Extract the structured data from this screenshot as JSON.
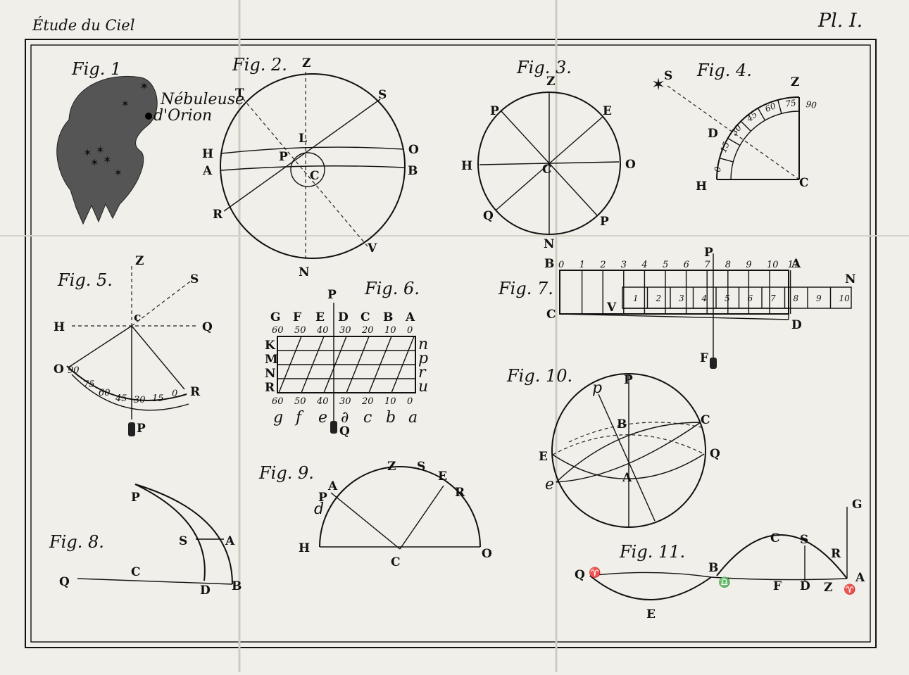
{
  "plate": {
    "title": "Étude du Ciel",
    "number": "Pl. I."
  },
  "fig1": {
    "label": "Fig. 1",
    "caption_line1": "Nébuleuse",
    "caption_line2": "d'Orion"
  },
  "fig2": {
    "label": "Fig. 2.",
    "points": {
      "Z": "Z",
      "T": "T",
      "S": "S",
      "H": "H",
      "O": "O",
      "A": "A",
      "B": "B",
      "L": "L",
      "P": "P",
      "C": "C",
      "R": "R",
      "V": "V",
      "N": "N"
    }
  },
  "fig3": {
    "label": "Fig. 3.",
    "points": {
      "Z": "Z",
      "P": "P",
      "E": "E",
      "H": "H",
      "O": "O",
      "C": "C",
      "Q": "Q",
      "P2": "P",
      "N": "N"
    }
  },
  "fig4": {
    "label": "Fig. 4.",
    "points": {
      "S": "S",
      "Z": "Z",
      "D": "D",
      "H": "H",
      "C": "C"
    },
    "scale": [
      "0",
      "15",
      "30",
      "45",
      "60",
      "75",
      "90"
    ]
  },
  "fig5": {
    "label": "Fig. 5.",
    "points": {
      "Z": "Z",
      "S": "S",
      "H": "H",
      "c": "c",
      "Q": "Q",
      "O": "O",
      "R": "R",
      "P": "P"
    },
    "scale": [
      "90",
      "75",
      "60",
      "45",
      "30",
      "15",
      "0"
    ]
  },
  "fig6": {
    "label": "Fig. 6.",
    "top_letters": [
      "G",
      "F",
      "E",
      "D",
      "C",
      "B",
      "A"
    ],
    "top_numbers": [
      "60",
      "50",
      "40",
      "30",
      "20",
      "10",
      "0"
    ],
    "bottom_numbers": [
      "60",
      "50",
      "40",
      "30",
      "20",
      "10",
      "0"
    ],
    "bottom_letters": [
      "g",
      "f",
      "e",
      "∂",
      "c",
      "b",
      "a"
    ],
    "left_letters": [
      "K",
      "M",
      "N",
      "R"
    ],
    "right_letters": [
      "n",
      "p",
      "r",
      "u"
    ],
    "P": "P",
    "Q": "Q"
  },
  "fig7": {
    "label": "Fig. 7.",
    "points": {
      "B": "B",
      "P": "P",
      "A": "A",
      "N": "N",
      "C": "C",
      "V": "V",
      "D": "D",
      "F": "F"
    },
    "top_scale": [
      "0",
      "1",
      "2",
      "3",
      "4",
      "5",
      "6",
      "7",
      "8",
      "9",
      "10",
      "11"
    ],
    "inner_scale": [
      "1",
      "2",
      "3",
      "4",
      "5",
      "6",
      "7",
      "8",
      "9",
      "10"
    ]
  },
  "fig8": {
    "label": "Fig. 8.",
    "points": {
      "P": "P",
      "S": "S",
      "A": "A",
      "Q": "Q",
      "C": "C",
      "D": "D",
      "B": "B"
    }
  },
  "fig9": {
    "label": "Fig. 9.",
    "points": {
      "Z": "Z",
      "S": "S",
      "E": "E",
      "R": "R",
      "A": "A",
      "P": "P",
      "d": "d",
      "H": "H",
      "C": "C",
      "O": "O"
    }
  },
  "fig10": {
    "label": "Fig. 10.",
    "points": {
      "p": "p",
      "P": "P",
      "B": "B",
      "C": "C",
      "E": "E",
      "Q": "Q",
      "e": "e",
      "A": "A"
    }
  },
  "fig11": {
    "label": "Fig. 11.",
    "points": {
      "G": "G",
      "C": "C",
      "S": "S",
      "R": "R",
      "Q": "Q",
      "B": "B",
      "A": "A",
      "F": "F",
      "D": "D",
      "Z": "Z",
      "E": "E"
    },
    "aries": "♈",
    "libra": "♎"
  }
}
